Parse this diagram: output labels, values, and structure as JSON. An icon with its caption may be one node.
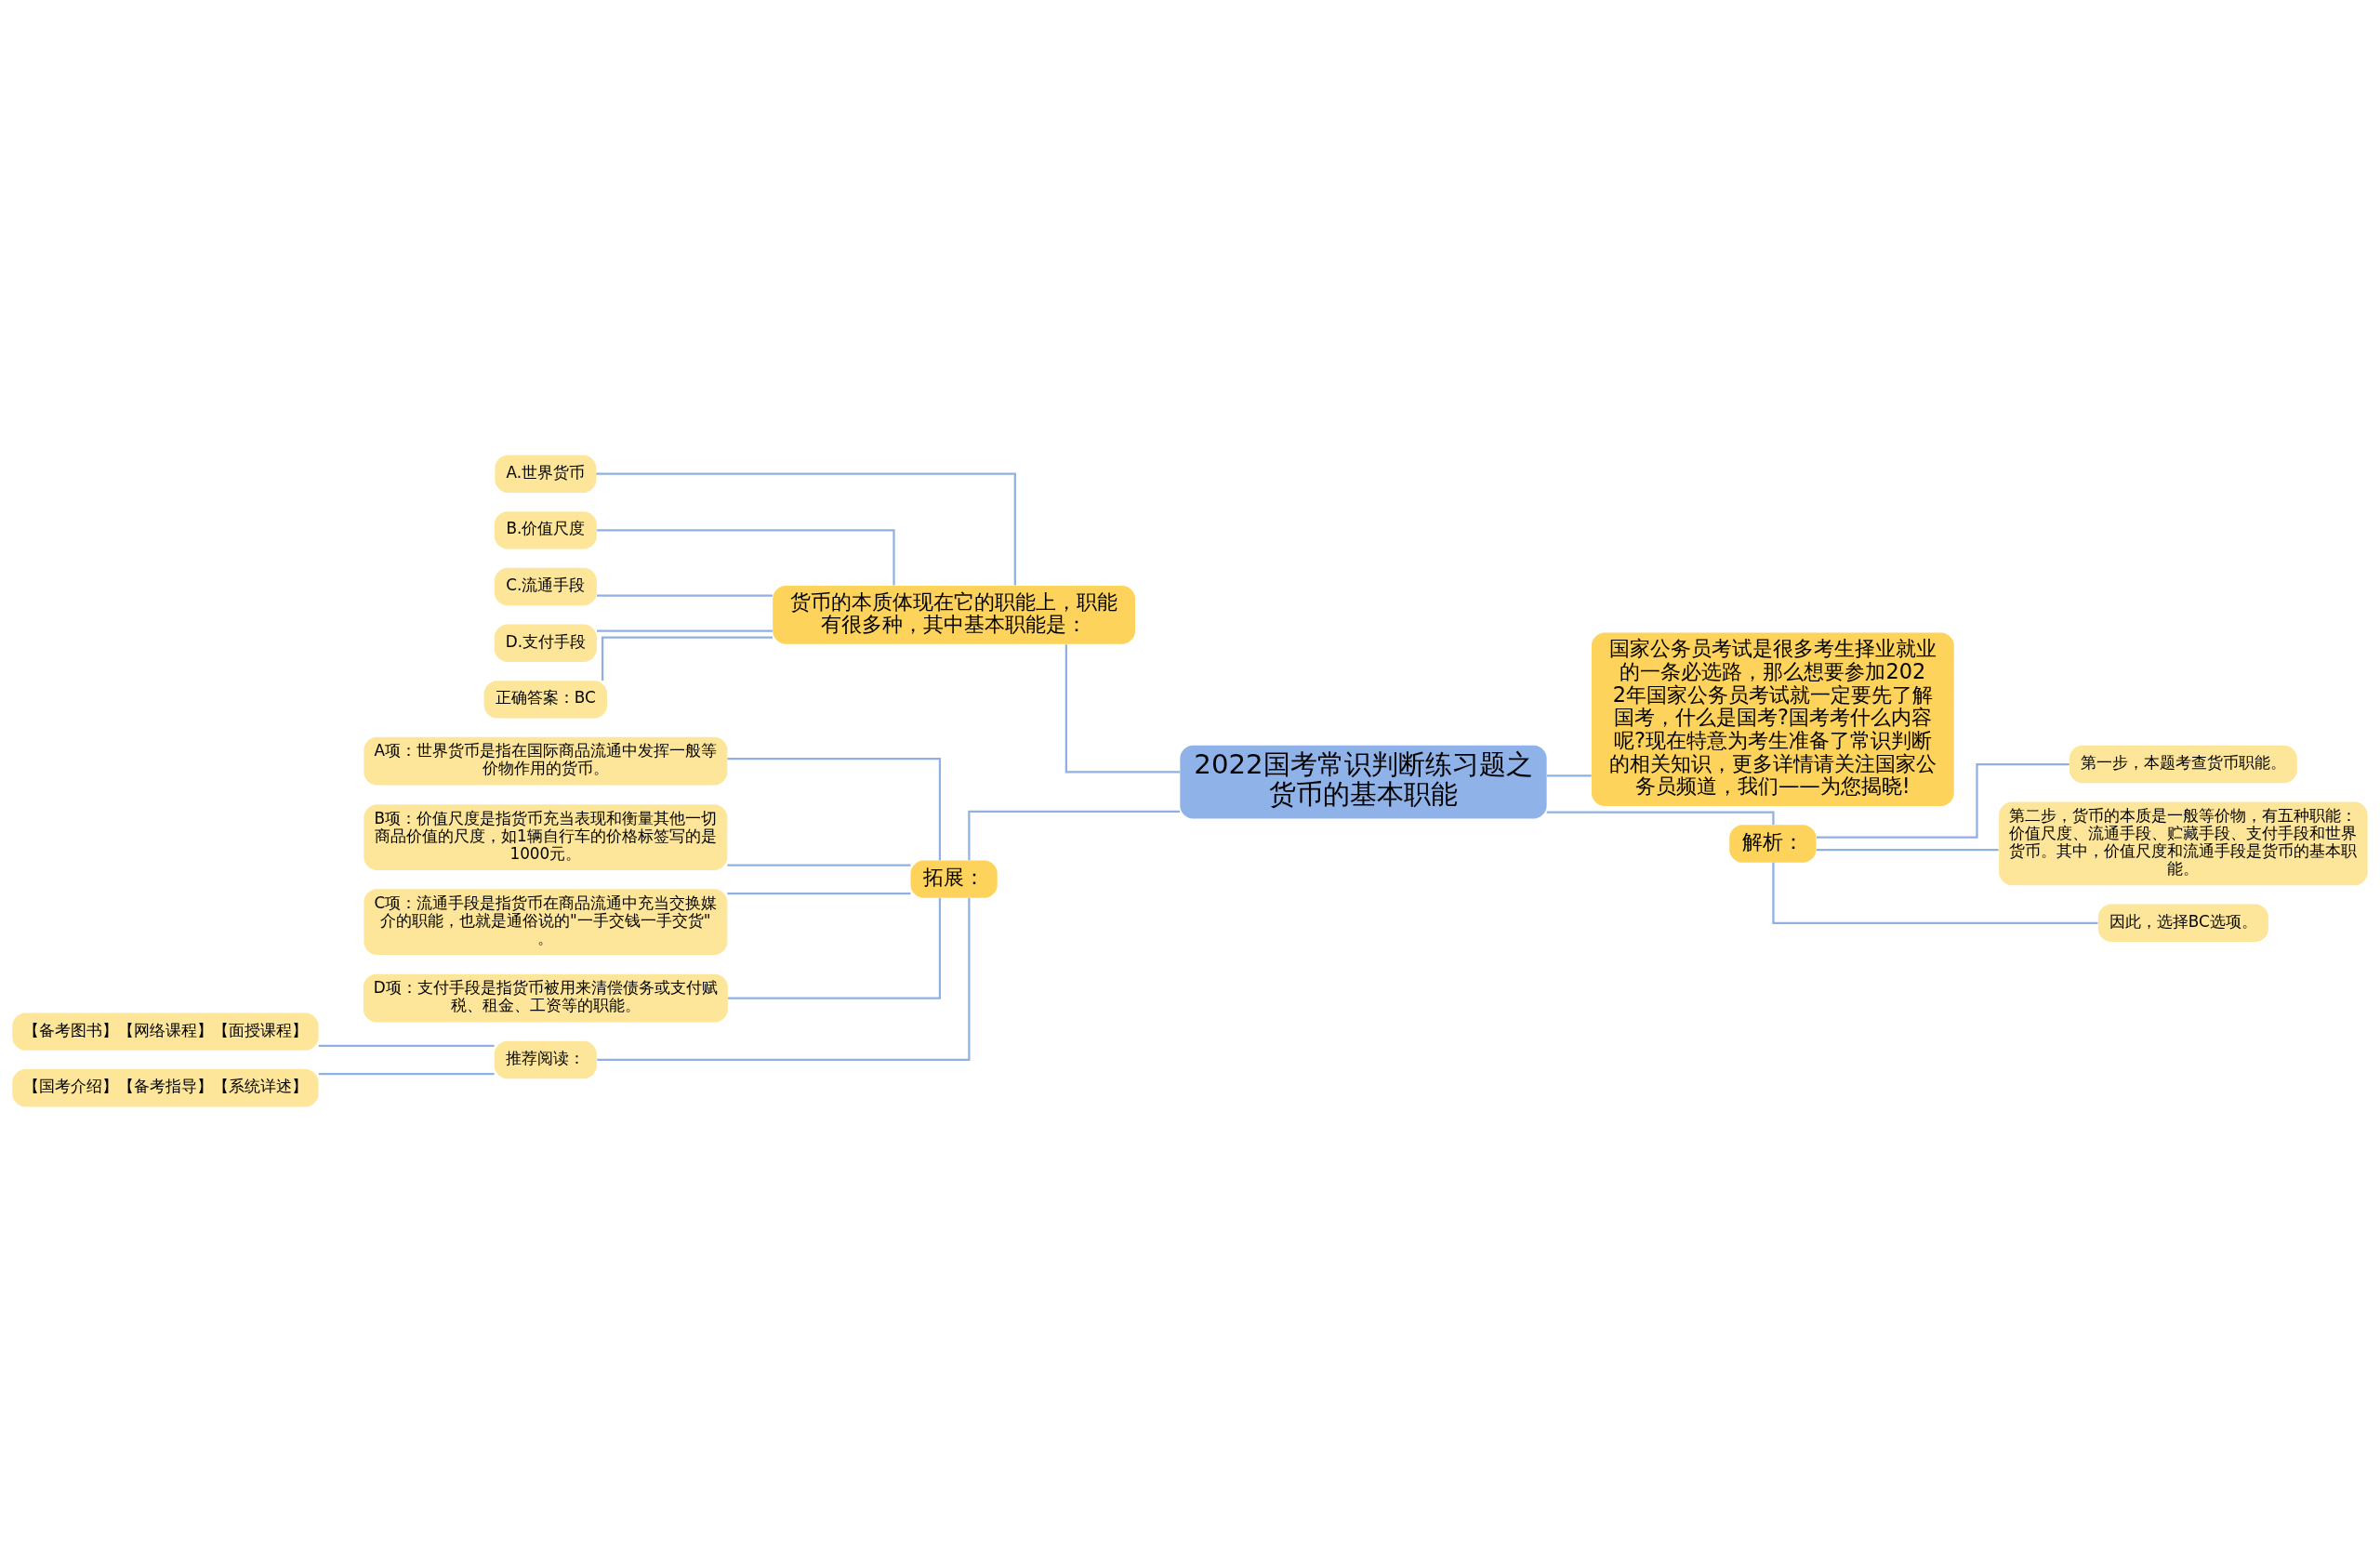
{
  "diagram": {
    "nodes": [
      {
        "text": [
          "2022国考常识判断练习题之货币的基本职能"
        ]
      },
      {
        "text": [
          "货币的本质体现在它的职能上，职能有很多种，其中基本职能是："
        ]
      },
      {
        "text": [
          "A.世界货币"
        ]
      },
      {
        "text": [
          "B.价值尺度"
        ]
      },
      {
        "text": [
          "C.流通手段"
        ]
      },
      {
        "text": [
          "D.支付手段"
        ]
      },
      {
        "text": [
          "正确答案：BC"
        ]
      },
      {
        "text": [
          "拓展："
        ]
      },
      {
        "text": [
          "A项：世界货币是指在国际商品流通中发挥一般等价物作用的货币。"
        ]
      },
      {
        "text": [
          "B项：价值尺度是指货币充当表现和衡量其他一切商品价值的尺度，如1辆自行车的价格标签写的是1000元。"
        ]
      },
      {
        "text": [
          "C项：流通手段是指货币在商品流通中充当交换媒介的职能，也就是通俗说的\"一手交钱一手交货\"。"
        ]
      },
      {
        "text": [
          "D项：支付手段是指货币被用来清偿债务或支付赋税、租金、工资等的职能。"
        ]
      },
      {
        "text": [
          "推荐阅读："
        ]
      },
      {
        "text": [
          "【备考图书】【网络课程】【面授课程】"
        ]
      },
      {
        "text": [
          "【国考介绍】【备考指导】【系统详述】"
        ]
      },
      {
        "text": [
          "国家公务员考试是很多考生择业就业的一条必选路，那么想要参加2022年国家公务员考试就一定要先了解国考，什么是国考?国考考什么内容呢?现在特意为考生准备了常识判断的相关知识，更多详情请关注国家公务员频道，我们——为您揭晓!"
        ]
      },
      {
        "text": [
          "解析："
        ]
      },
      {
        "text": [
          "第一步，本题考查货币职能。"
        ]
      },
      {
        "text": [
          "第二步，货币的本质是一般等价物，有五种职能：价值尺度、流通手段、贮藏手段、支付手段和世界货币。其中，价值尺度和流通手段是货币的基本职能。"
        ]
      },
      {
        "text": [
          "因此，选择BC选项。"
        ]
      }
    ],
    "edges": [
      {
        "from": 0,
        "to": 1,
        "arrow": "none"
      },
      {
        "from": 1,
        "to": 2,
        "arrow": "none"
      },
      {
        "from": 1,
        "to": 3,
        "arrow": "none"
      },
      {
        "from": 1,
        "to": 4,
        "arrow": "none"
      },
      {
        "from": 1,
        "to": 5,
        "arrow": "none"
      },
      {
        "from": 1,
        "to": 6,
        "arrow": "none"
      },
      {
        "from": 0,
        "to": 7,
        "arrow": "none"
      },
      {
        "from": 7,
        "to": 8,
        "arrow": "none"
      },
      {
        "from": 7,
        "to": 9,
        "arrow": "none"
      },
      {
        "from": 7,
        "to": 10,
        "arrow": "none"
      },
      {
        "from": 7,
        "to": 11,
        "arrow": "none"
      },
      {
        "from": 7,
        "to": 12,
        "arrow": "none"
      },
      {
        "from": 12,
        "to": 13,
        "arrow": "none"
      },
      {
        "from": 12,
        "to": 14,
        "arrow": "none"
      },
      {
        "from": 0,
        "to": 15,
        "arrow": "none"
      },
      {
        "from": 0,
        "to": 16,
        "arrow": "none"
      },
      {
        "from": 16,
        "to": 17,
        "arrow": "none"
      },
      {
        "from": 16,
        "to": 18,
        "arrow": "none"
      },
      {
        "from": 16,
        "to": 19,
        "arrow": "none"
      }
    ]
  }
}
